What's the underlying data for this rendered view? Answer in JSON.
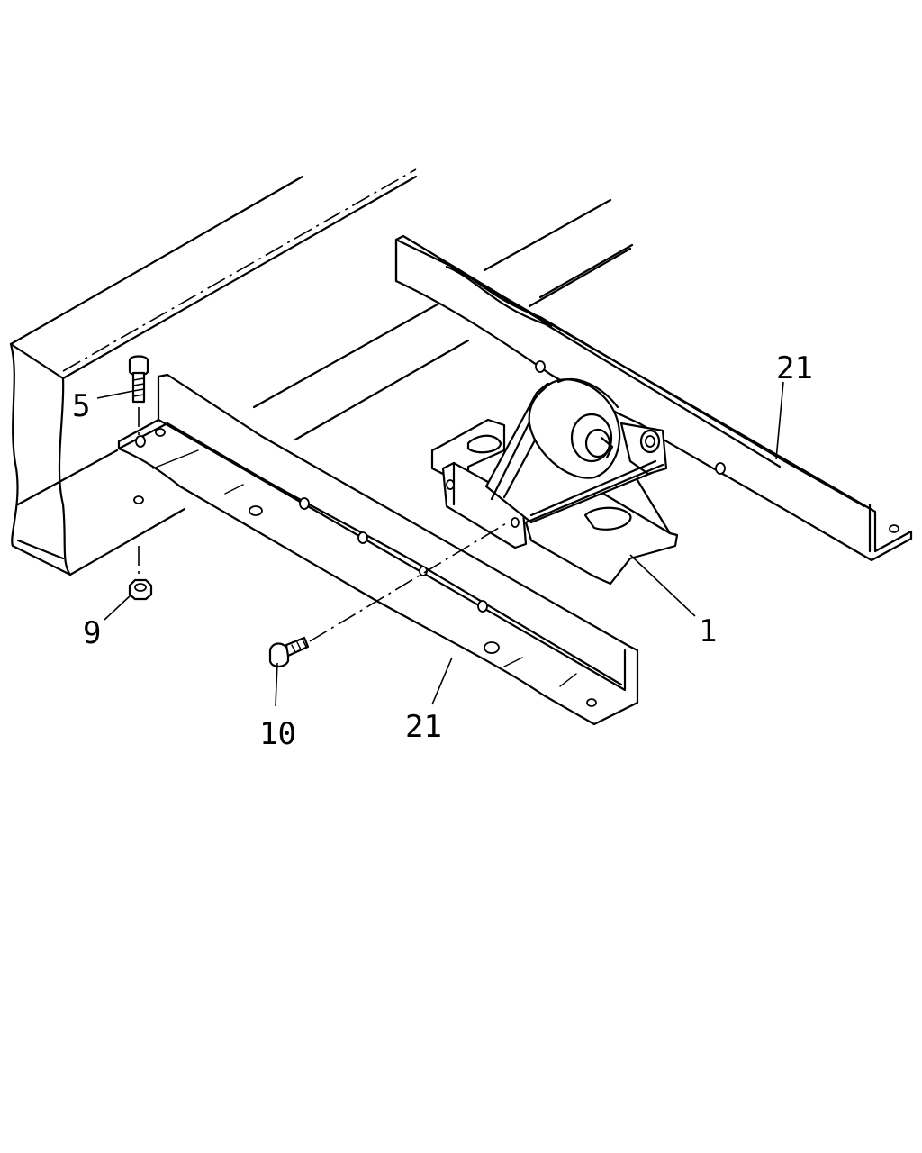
{
  "callouts": {
    "c1": "1",
    "c5": "5",
    "c9": "9",
    "c10": "10",
    "c21_left": "21",
    "c21_right": "21"
  }
}
